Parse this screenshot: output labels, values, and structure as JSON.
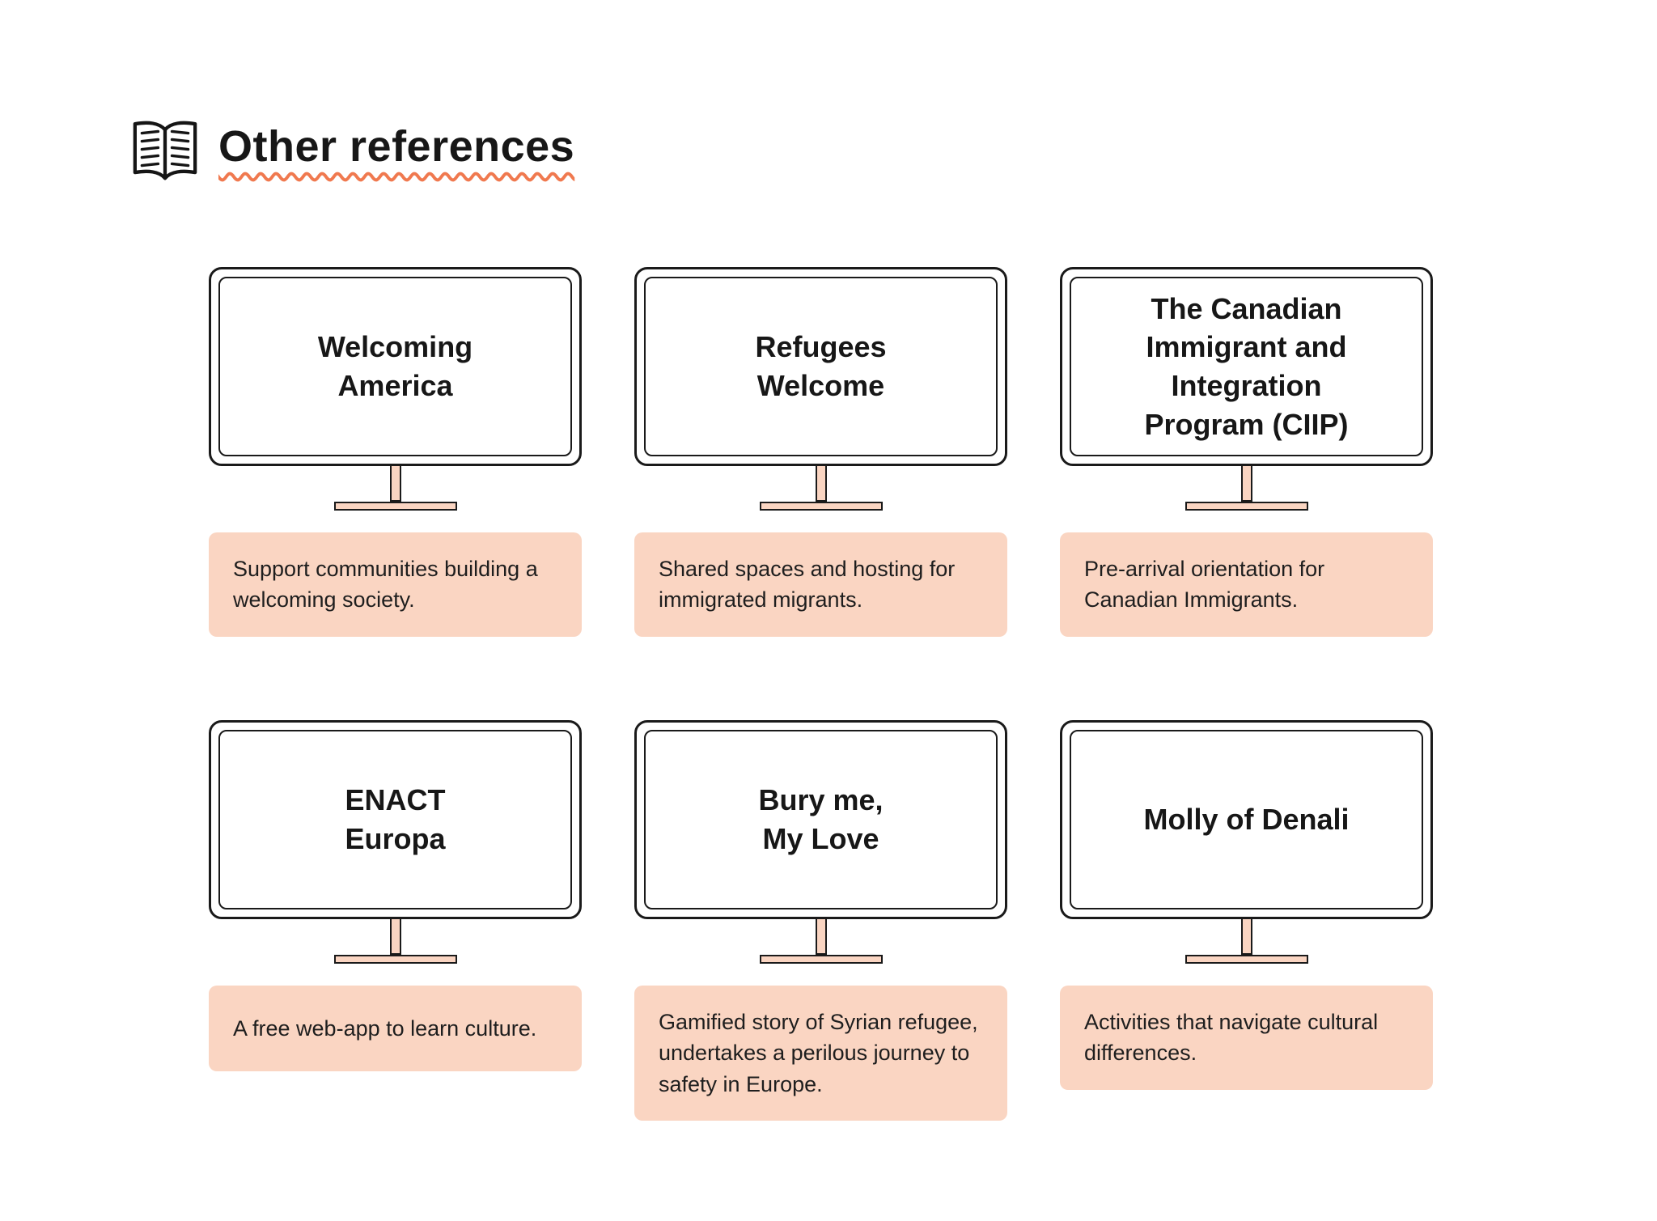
{
  "header": {
    "title": "Other references",
    "icon": "open-book-icon"
  },
  "colors": {
    "accent_wave": "#F0794F",
    "box_fill": "#FAD5C2",
    "outline": "#1A1A1A",
    "background": "#FFFFFF"
  },
  "cards": [
    {
      "title": "Welcoming\nAmerica",
      "description": "Support communities building a welcoming society."
    },
    {
      "title": "Refugees\nWelcome",
      "description": "Shared spaces and hosting for immigrated migrants."
    },
    {
      "title": "The Canadian\nImmigrant and\nIntegration\nProgram (CIIP)",
      "description": "Pre-arrival orientation for Canadian Immigrants."
    },
    {
      "title": "ENACT\nEuropa",
      "description": "A free web-app to learn culture."
    },
    {
      "title": "Bury me,\nMy Love",
      "description": "Gamified story of Syrian refugee, undertakes a perilous journey to safety in Europe."
    },
    {
      "title": "Molly of Denali",
      "description": "Activities that navigate cultural differences."
    }
  ]
}
